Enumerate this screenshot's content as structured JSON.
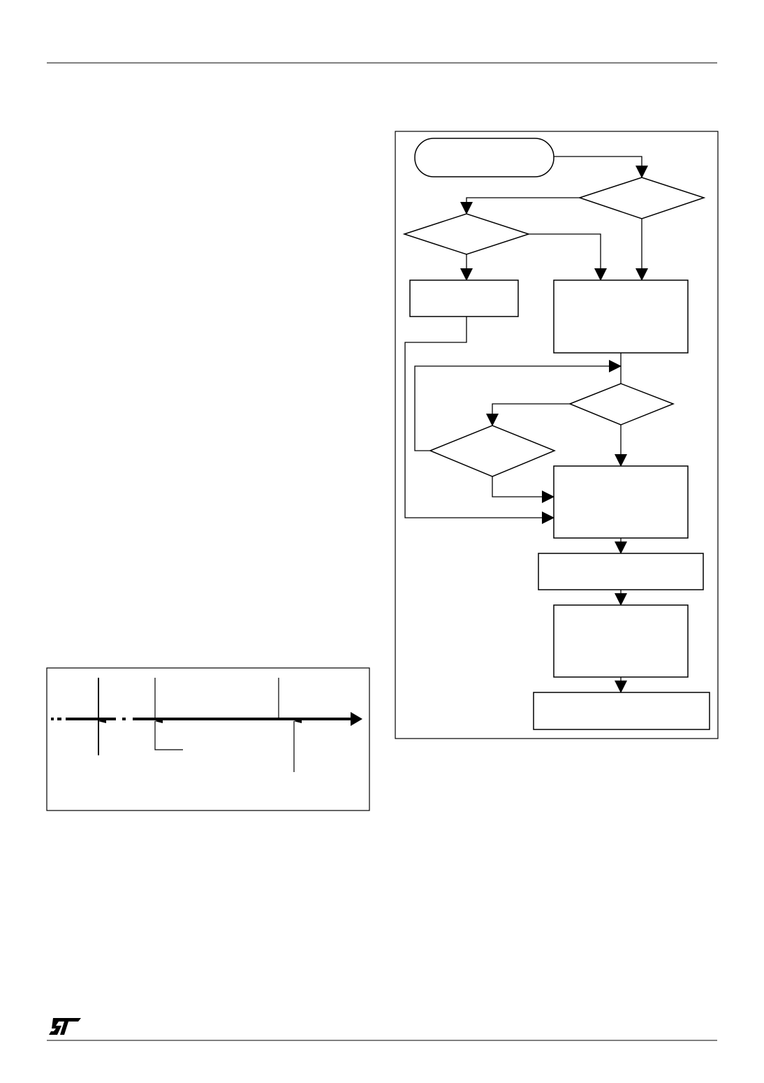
{
  "page": {
    "logo": {
      "text": "ST",
      "icon": "st-logo-icon"
    },
    "colors": {
      "ink": "#000000",
      "paper": "#ffffff"
    }
  },
  "flowchart": {
    "shapes": [
      "terminator",
      "decision",
      "decision",
      "process",
      "process",
      "decision",
      "decision",
      "process",
      "process",
      "process",
      "process"
    ]
  },
  "timing_diagram": {
    "markers": 4
  }
}
